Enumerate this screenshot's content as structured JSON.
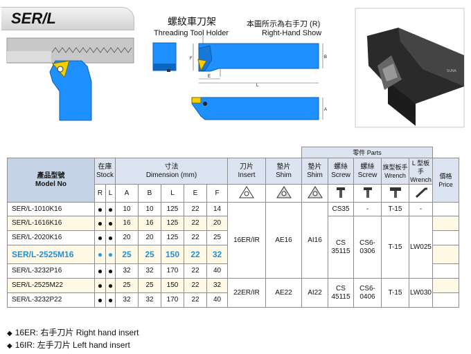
{
  "header": {
    "title": "SER/L",
    "subtitle_zh": "螺紋車刀架",
    "subtitle_en": "Threading Tool Holder",
    "right_hand_zh": "本圖所示為右手刀 (R)",
    "right_hand_en": "Right-Hand Show"
  },
  "diagram": {
    "dim_labels": {
      "F": "F",
      "B": "B",
      "E": "E",
      "L": "L",
      "A": "A"
    },
    "brand": "SUNA"
  },
  "table": {
    "parts_label": "零件 Parts",
    "headers": {
      "model_zh": "產品型號",
      "model_en": "Model No",
      "stock_zh": "在庫",
      "stock_en": "Stock",
      "dim_zh": "寸法",
      "dim_en": "Dimension (mm)",
      "insert_zh": "刀片",
      "insert_en": "Insert",
      "shim_zh": "墊片",
      "shim_en": "Shim",
      "shim2_zh": "墊片",
      "shim2_en": "Shim",
      "screw_zh": "螺絲",
      "screw_en": "Screw",
      "screw2_zh": "螺絲",
      "screw2_en": "Screw",
      "wrench_zh": "旗型板手",
      "wrench_en": "Wrench",
      "lwrench_zh": "L 型板手",
      "lwrench_en": "Wrench",
      "price_zh": "價格",
      "price_en": "Price"
    },
    "sub_headers": [
      "R",
      "L",
      "A",
      "B",
      "L",
      "E",
      "F"
    ],
    "rows": [
      {
        "model": "SER/L-1010K16",
        "r": "●",
        "l": "●",
        "a": "10",
        "b": "10",
        "len": "125",
        "e": "22",
        "f": "14"
      },
      {
        "model": "SER/L-1616K16",
        "r": "●",
        "l": "●",
        "a": "16",
        "b": "16",
        "len": "125",
        "e": "22",
        "f": "20"
      },
      {
        "model": "SER/L-2020K16",
        "r": "●",
        "l": "●",
        "a": "20",
        "b": "20",
        "len": "125",
        "e": "22",
        "f": "25"
      },
      {
        "model": "SER/L-2525M16",
        "r": "●",
        "l": "●",
        "a": "25",
        "b": "25",
        "len": "150",
        "e": "22",
        "f": "32"
      },
      {
        "model": "SER/L-3232P16",
        "r": "●",
        "l": "●",
        "a": "32",
        "b": "32",
        "len": "170",
        "e": "22",
        "f": "40"
      },
      {
        "model": "SER/L-2525M22",
        "r": "●",
        "l": "●",
        "a": "25",
        "b": "25",
        "len": "150",
        "e": "22",
        "f": "32"
      },
      {
        "model": "SER/L-3232P22",
        "r": "●",
        "l": "●",
        "a": "32",
        "b": "32",
        "len": "170",
        "e": "22",
        "f": "40"
      }
    ],
    "groups": [
      {
        "insert": "16ER/IR",
        "shim": "AE16",
        "shim2": "AI16"
      },
      {
        "insert": "22ER/IR",
        "shim": "AE22",
        "shim2": "AI22"
      }
    ],
    "screw_a": "CS35",
    "screw_a2": "-",
    "wrench_a": "T-15",
    "lwrench_a": "-",
    "screw_b": "CS 35115",
    "screw_b2": "CS6-0306",
    "wrench_b": "T-15",
    "lwrench_b": "LW025",
    "screw_c": "CS 45115",
    "screw_c2": "CS6-0406",
    "wrench_c": "T-15",
    "lwrench_c": "LW030"
  },
  "notes": [
    "16ER: 右手刀片 Right hand insert",
    "16IR: 左手刀片 Left hand insert"
  ],
  "colors": {
    "tool_blue": "#1e90ff",
    "highlight_blue": "#1f8fd8",
    "header_bg": "#dbe4f0",
    "row_yellow": "#fff9e6"
  }
}
